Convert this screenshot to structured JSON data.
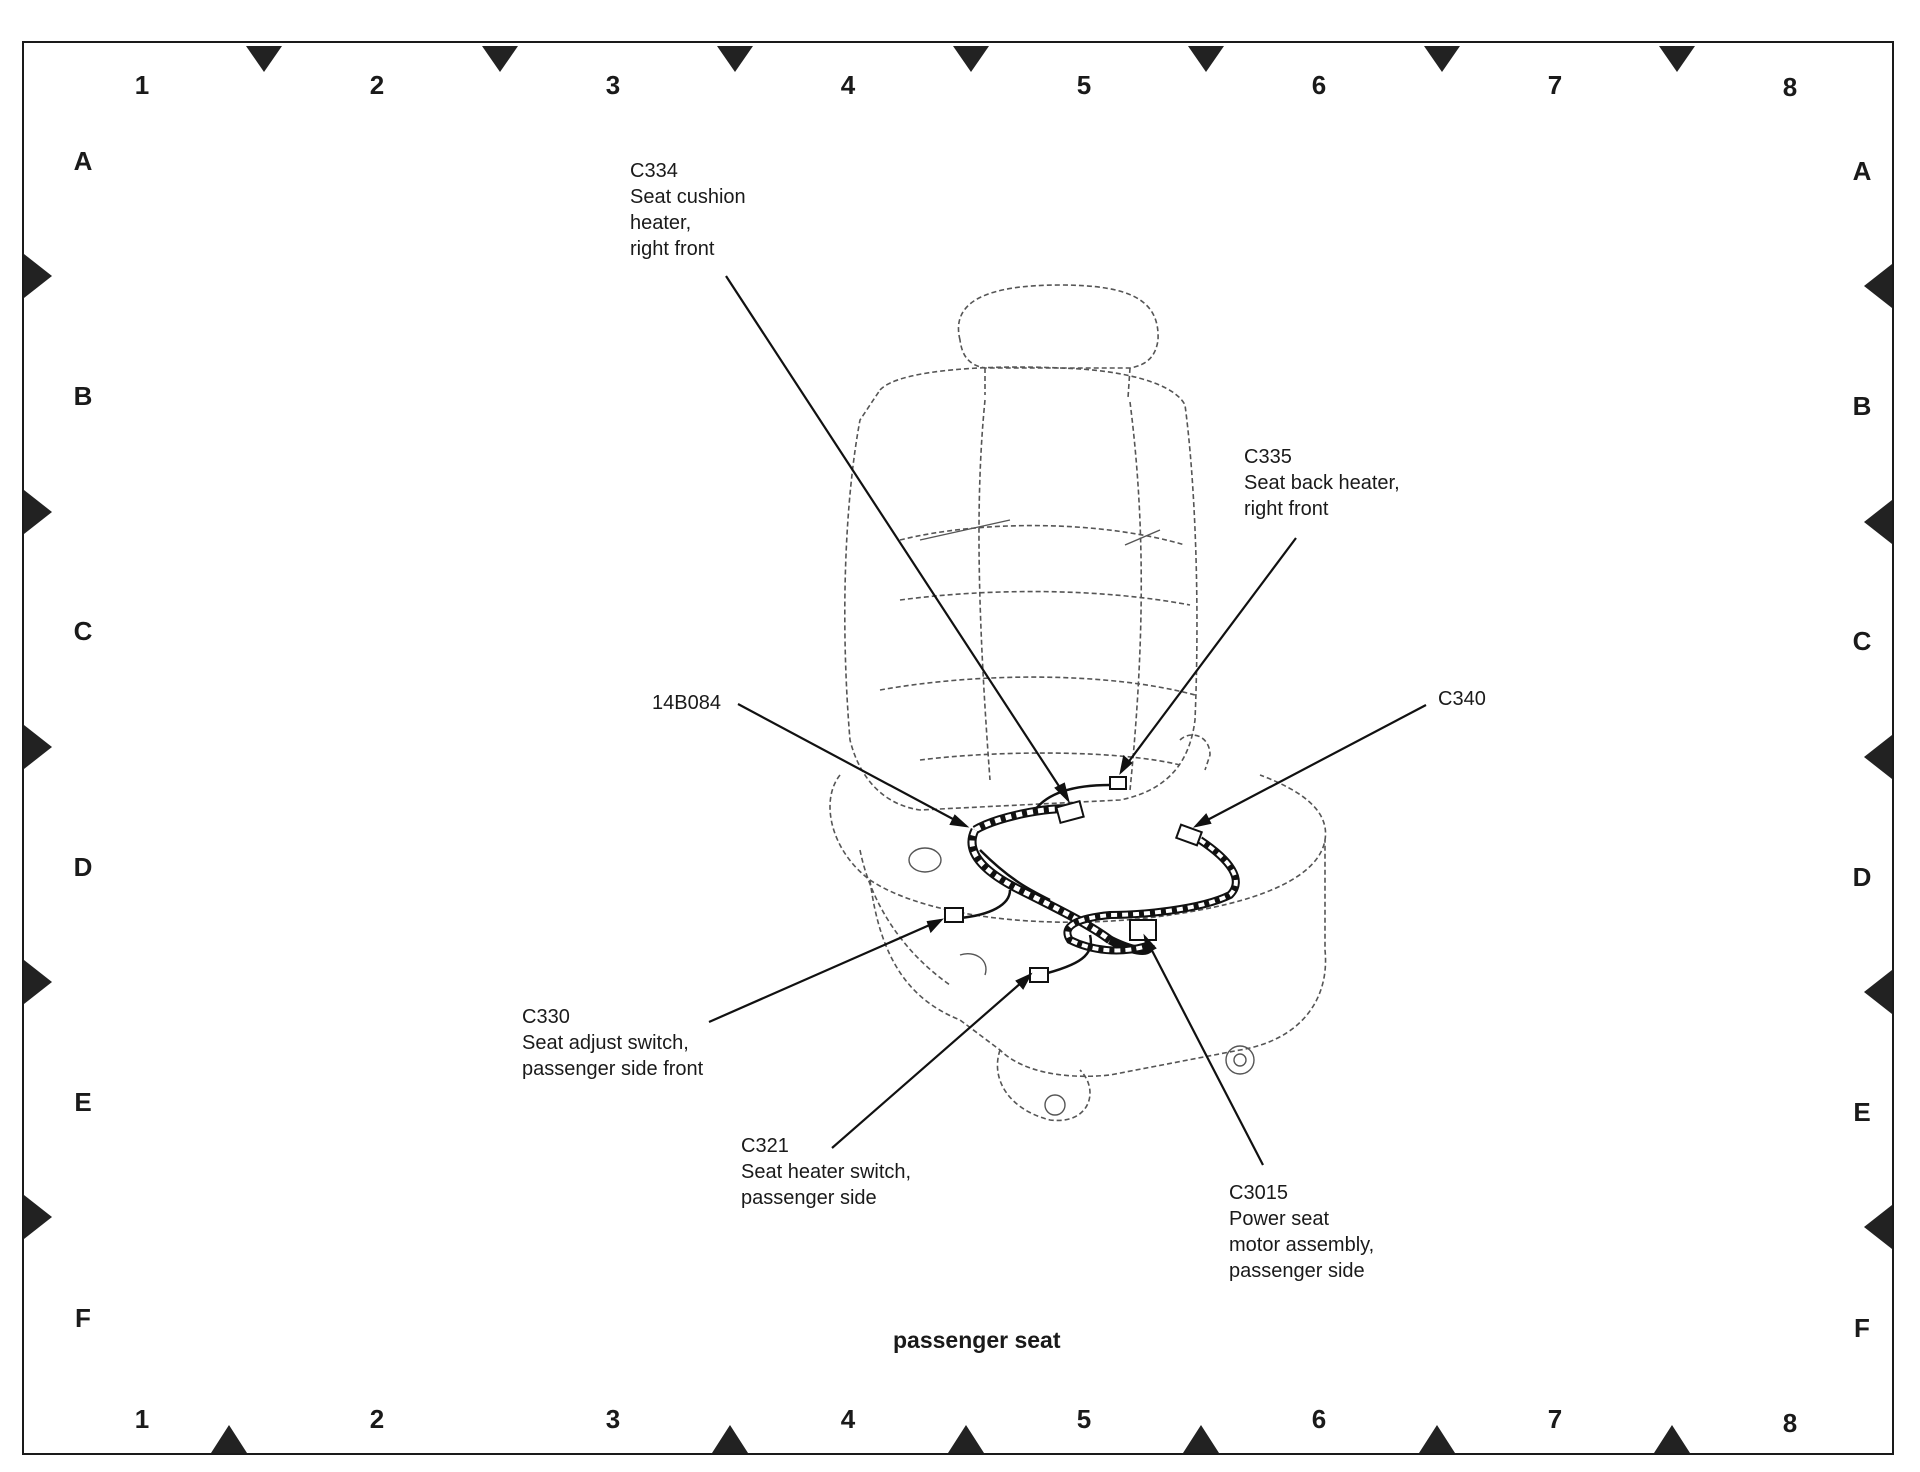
{
  "grid": {
    "columns": [
      "1",
      "2",
      "3",
      "4",
      "5",
      "6",
      "7",
      "8"
    ],
    "rows": [
      "A",
      "B",
      "C",
      "D",
      "E",
      "F"
    ]
  },
  "callouts": {
    "c334": {
      "code": "C334",
      "lines": [
        "Seat cushion",
        "heater,",
        "right front"
      ]
    },
    "c335": {
      "code": "C335",
      "lines": [
        "Seat back heater,",
        "right front"
      ]
    },
    "p14b084": {
      "code": "14B084"
    },
    "c340": {
      "code": "C340"
    },
    "c330": {
      "code": "C330",
      "lines": [
        "Seat adjust switch,",
        "passenger side front"
      ]
    },
    "c321": {
      "code": "C321",
      "lines": [
        "Seat heater switch,",
        "passenger side"
      ]
    },
    "c3015": {
      "code": "C3015",
      "lines": [
        "Power seat",
        "motor assembly,",
        "passenger side"
      ]
    }
  },
  "caption": "passenger seat"
}
